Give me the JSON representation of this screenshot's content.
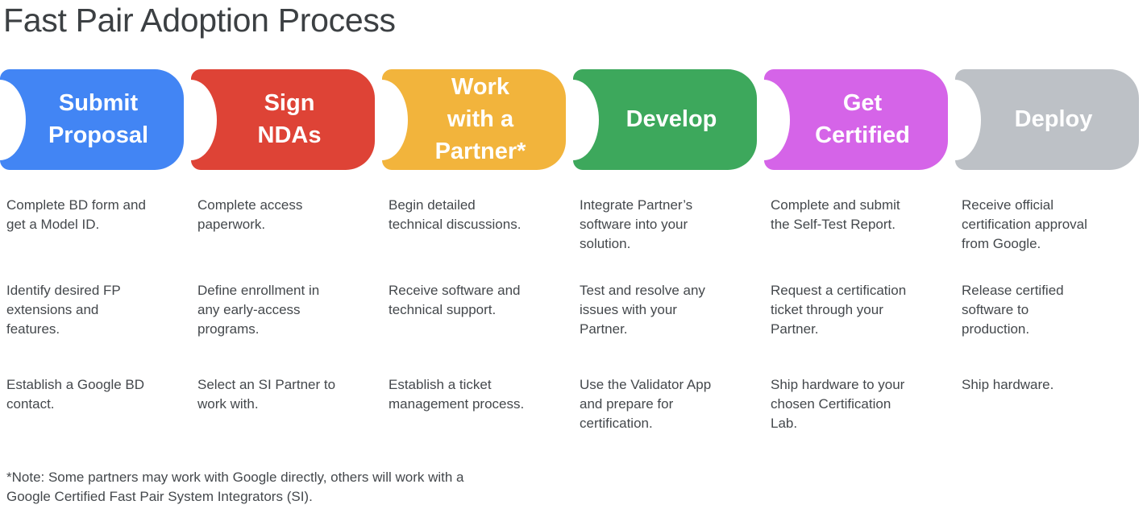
{
  "title": "Fast Pair Adoption Process",
  "stages": [
    {
      "name": "Submit Proposal",
      "label": "Submit\nProposal",
      "color": "#4285F4",
      "items": [
        "Complete BD form and\nget a Model ID.",
        "Identify desired FP\nextensions and\nfeatures.",
        "Establish a Google BD\ncontact."
      ]
    },
    {
      "name": "Sign NDAs",
      "label": "Sign\nNDAs",
      "color": "#DE4336",
      "items": [
        "Complete access\npaperwork.",
        "Define enrollment in\nany early-access\nprograms.",
        "Select an SI Partner to\nwork with."
      ]
    },
    {
      "name": "Work with a Partner*",
      "label": "Work\nwith a\nPartner*",
      "color": "#F2B43C",
      "items": [
        "Begin detailed\ntechnical discussions.",
        "Receive software and\ntechnical support.",
        "Establish a ticket\nmanagement process."
      ]
    },
    {
      "name": "Develop",
      "label": "Develop",
      "color": "#3DA85C",
      "items": [
        "Integrate Partner’s\nsoftware into your\nsolution.",
        "Test and resolve any\nissues with your\nPartner.",
        "Use the Validator App\nand prepare for\ncertification."
      ]
    },
    {
      "name": "Get Certified",
      "label": "Get\nCertified",
      "color": "#D564E8",
      "items": [
        "Complete and submit\nthe Self-Test Report.",
        "Request a certification\nticket through your\nPartner.",
        "Ship hardware to your\nchosen Certification\nLab."
      ]
    },
    {
      "name": "Deploy",
      "label": "Deploy",
      "color": "#BDC1C6",
      "items": [
        "Receive official\ncertification approval\nfrom Google.",
        "Release certified\nsoftware to\nproduction.",
        "Ship hardware."
      ]
    }
  ],
  "note": "*Note: Some partners may work with Google directly, others will work with a\nGoogle Certified Fast Pair System Integrators (SI)."
}
